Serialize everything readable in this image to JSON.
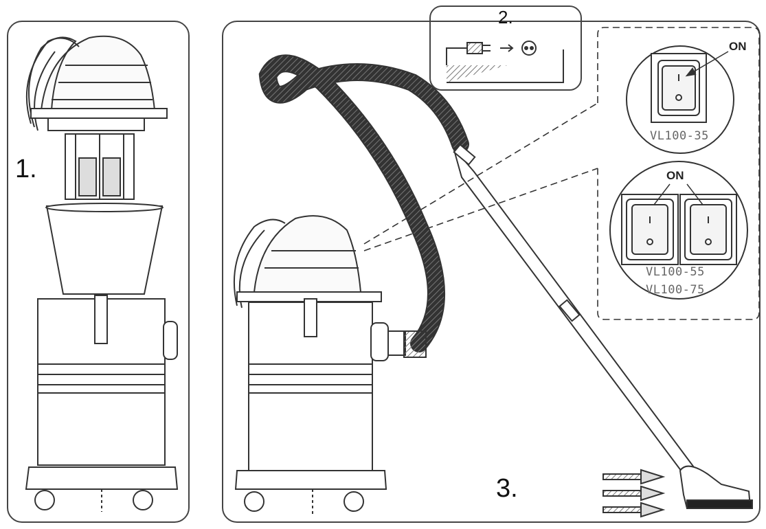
{
  "steps": {
    "step1": "1.",
    "step2": "2.",
    "step3": "3."
  },
  "switches": {
    "on_single": "ON",
    "on_double": "ON",
    "model_single": "VL100-35",
    "model_double_a": "VL100-55",
    "model_double_b": "VL100-75"
  },
  "colors": {
    "line": "#333333",
    "hatch": "#777777",
    "fill_light": "#eeeeee"
  }
}
